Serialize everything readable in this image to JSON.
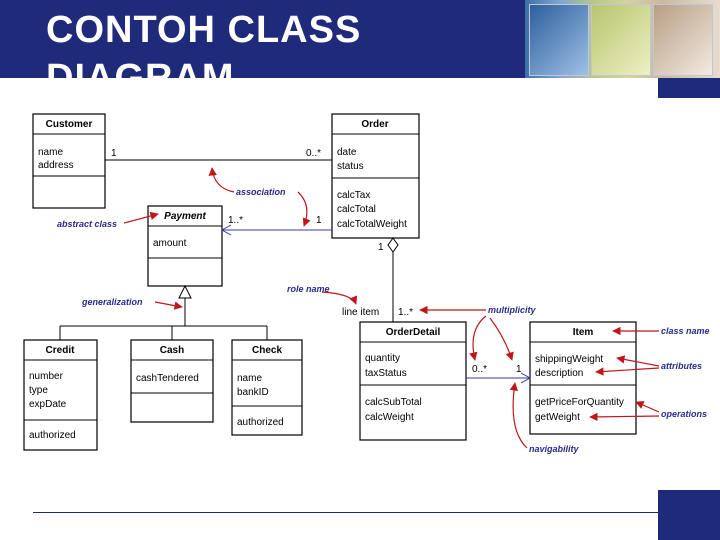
{
  "slide": {
    "title": "CONTOH CLASS DIAGRAM"
  },
  "colors": {
    "header": "#1f2a7a",
    "annotation_arrow": "#c0161a",
    "annotation_text": "#2a2a8a"
  },
  "classes": {
    "customer": {
      "name": "Customer",
      "attrs": [
        "name",
        "address"
      ],
      "ops": []
    },
    "order": {
      "name": "Order",
      "attrs": [
        "date",
        "status"
      ],
      "ops": [
        "calcTax",
        "calcTotal",
        "calcTotalWeight"
      ]
    },
    "payment": {
      "name": "Payment",
      "attrs": [
        "amount"
      ],
      "ops": []
    },
    "credit": {
      "name": "Credit",
      "attrs": [
        "number",
        "type",
        "expDate"
      ],
      "ops": [
        "authorized"
      ]
    },
    "cash": {
      "name": "Cash",
      "attrs": [
        "cashTendered"
      ],
      "ops": []
    },
    "check": {
      "name": "Check",
      "attrs": [
        "name",
        "bankID"
      ],
      "ops": [
        "authorized"
      ]
    },
    "orderdetail": {
      "name": "OrderDetail",
      "attrs": [
        "quantity",
        "taxStatus"
      ],
      "ops": [
        "calcSubTotal",
        "calcWeight"
      ]
    },
    "item": {
      "name": "Item",
      "attrs": [
        "shippingWeight",
        "description"
      ],
      "ops": [
        "getPriceForQuantity",
        "getWeight"
      ]
    }
  },
  "multiplicities": {
    "cust_order_left": "1",
    "cust_order_right": "0..*",
    "order_payment_left": "1..*",
    "order_payment_right": "1",
    "order_detail_top": "1",
    "role_name": "line item",
    "order_detail_bottom": "1..*",
    "detail_item_left": "0..*",
    "detail_item_right": "1"
  },
  "annotations": {
    "association": "association",
    "abstract_class": "abstract class",
    "generalization": "generalization",
    "role_name": "role name",
    "multiplicity": "multiplicity",
    "class_name": "class name",
    "attributes": "attributes",
    "operations": "operations",
    "navigability": "navigability"
  }
}
